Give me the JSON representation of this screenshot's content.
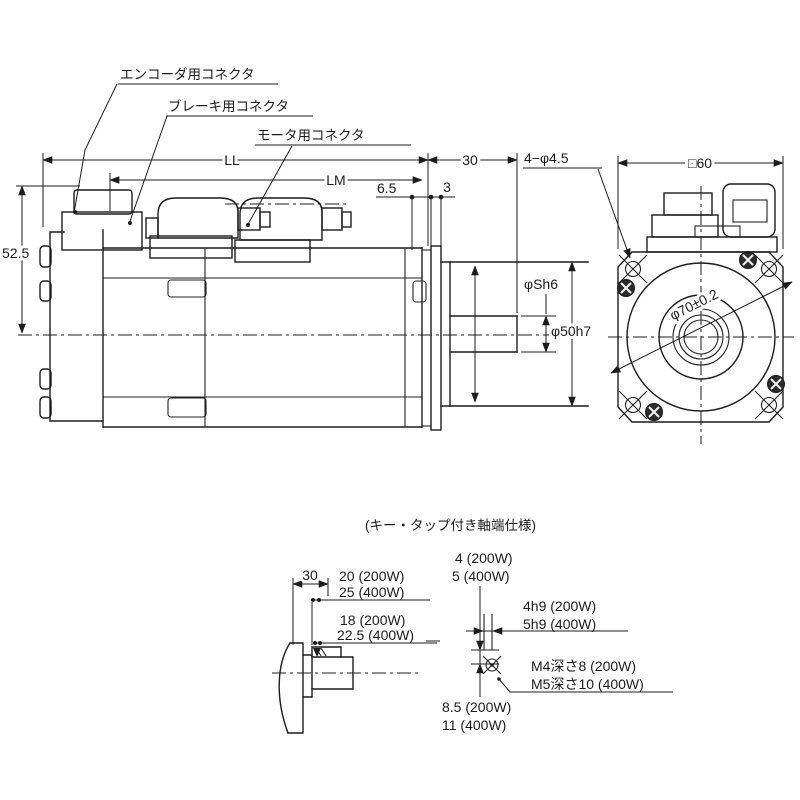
{
  "drawing": {
    "connector_labels": {
      "encoder": "エンコーダ用コネクタ",
      "brake": "ブレーキ用コネクタ",
      "motor": "モータ用コネクタ"
    },
    "side_view": {
      "dim_ll": "LL",
      "dim_lm": "LM",
      "dim_shaft_len": "30",
      "dim_6_5": "6.5",
      "dim_3": "3",
      "dim_52_5": "52.5",
      "shaft_dia": "φSh6",
      "pilot_dia": "φ50h7"
    },
    "front_view": {
      "flange_size": "□60",
      "mounting_holes": "4−φ4.5",
      "bolt_circle": "φ70±0.2"
    },
    "shaft_end": {
      "heading": "(キー・タップ付き軸端仕様)",
      "dim_30": "30",
      "key_len_200": "20 (200W)",
      "key_len_400": "25 (400W)",
      "keyway_len_200": "18 (200W)",
      "keyway_len_400": "22.5 (400W)",
      "key_h_200": "4 (200W)",
      "key_h_400": "5 (400W)",
      "key_w_200": "4h9 (200W)",
      "key_w_400": "5h9 (400W)",
      "tap_200": "M4深さ8 (200W)",
      "tap_400": "M5深さ10 (400W)",
      "flat_200": "8.5 (200W)",
      "flat_400": "11 (400W)"
    },
    "line_color": "#1c1c1c"
  }
}
